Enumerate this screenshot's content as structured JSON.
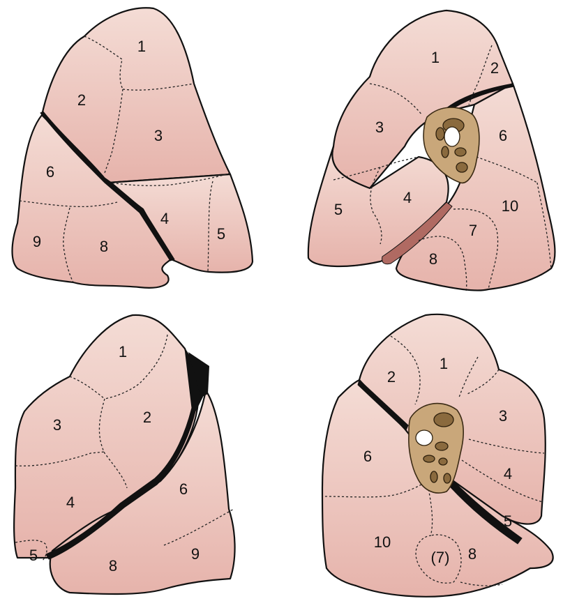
{
  "diagrams": [
    {
      "name": "top-left-lung",
      "labels": [
        "1",
        "2",
        "3",
        "6",
        "4",
        "5",
        "9",
        "8"
      ]
    },
    {
      "name": "top-right-lung",
      "labels": [
        "1",
        "2",
        "3",
        "6",
        "4",
        "10",
        "5",
        "7",
        "8"
      ]
    },
    {
      "name": "bottom-left-lung",
      "labels": [
        "1",
        "3",
        "2",
        "6",
        "4",
        "5",
        "8",
        "9"
      ]
    },
    {
      "name": "bottom-right-lung",
      "labels": [
        "2",
        "1",
        "3",
        "6",
        "4",
        "5",
        "10",
        "(7)",
        "8"
      ]
    }
  ],
  "colors": {
    "lung_fill_top": "#f2d6cf",
    "lung_fill_bottom": "#e8b8b0",
    "hilum": "#c9a77a",
    "outline": "#111111"
  }
}
